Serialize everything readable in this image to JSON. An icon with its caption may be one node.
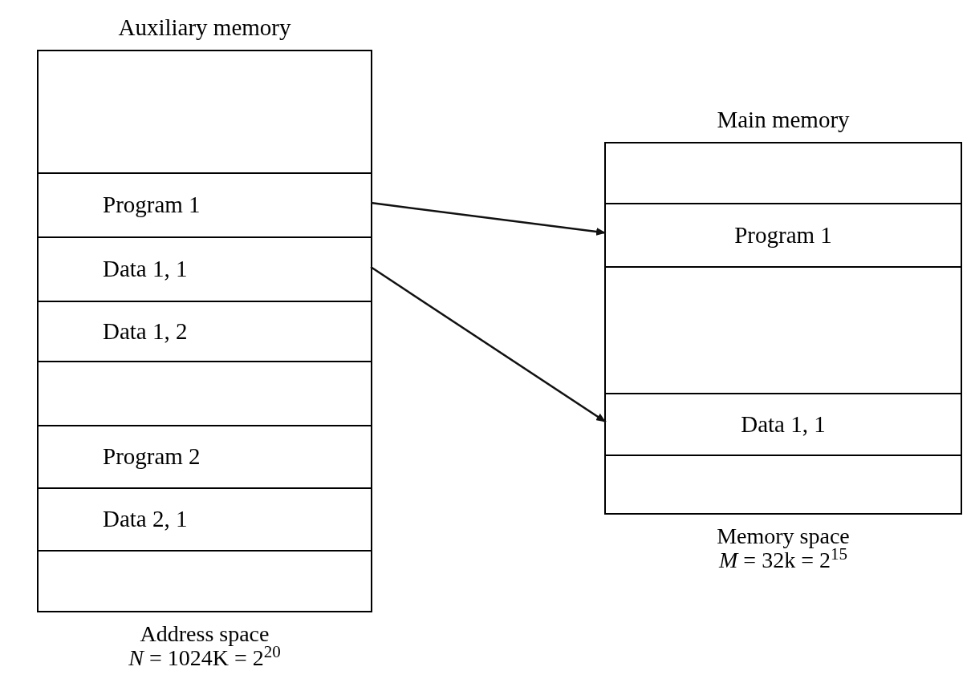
{
  "diagram": {
    "nodes": [
      {
        "text": [
          "Auxiliary memory"
        ],
        "beside": [
          "Address space",
          "*N* = 1024K = 2$^{20}$"
        ]
      },
      {
        "text": [],
        "shape": "box",
        "in": 0
      },
      {
        "text": [
          "Program 1"
        ],
        "in": 0
      },
      {
        "text": [
          "Data 1, 1"
        ],
        "in": 0
      },
      {
        "text": [
          "Data 1, 2"
        ],
        "in": 0
      },
      {
        "text": [],
        "shape": "box",
        "in": 0
      },
      {
        "text": [
          "Program 2"
        ],
        "in": 0
      },
      {
        "text": [
          "Data 2, 1"
        ],
        "in": 0
      },
      {
        "text": [],
        "shape": "box",
        "in": 0
      },
      {
        "text": [
          "Main memory"
        ],
        "beside": [
          "Memory space",
          "*M* = 32k = 2$^{15}$"
        ]
      },
      {
        "text": [],
        "shape": "box",
        "in": 9
      },
      {
        "text": [
          "Program 1"
        ],
        "in": 9
      },
      {
        "text": [],
        "shape": "box",
        "in": 9
      },
      {
        "text": [
          "Data 1, 1"
        ],
        "in": 9
      },
      {
        "text": [],
        "shape": "box",
        "in": 9
      }
    ],
    "edges": [
      {
        "from": 2,
        "to": 11,
        "arrow": "to"
      },
      {
        "from": 3,
        "to": 13,
        "arrow": "to"
      }
    ]
  }
}
